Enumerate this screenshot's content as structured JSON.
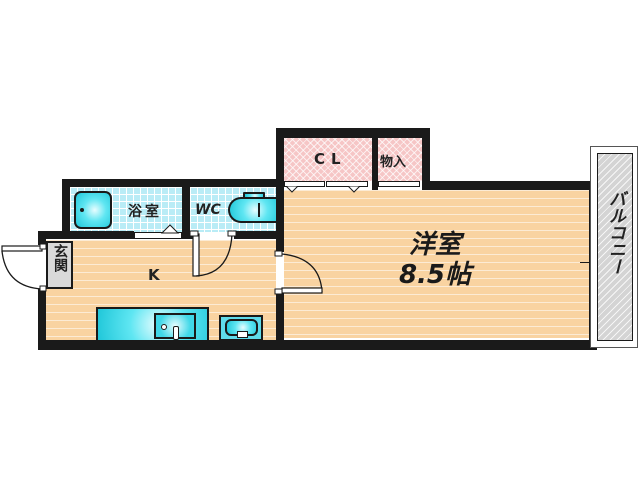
{
  "floorplan": {
    "rooms": {
      "western_room": {
        "name": "洋室",
        "size": "8.5帖"
      },
      "kitchen": {
        "name": "K"
      },
      "bathroom": {
        "name": "浴室"
      },
      "toilet": {
        "name": "WC"
      },
      "closet": {
        "name": "CL"
      },
      "storage": {
        "name": "物入"
      },
      "entrance": {
        "name": "玄関"
      },
      "balcony": {
        "name": "バルコニー"
      }
    },
    "colors": {
      "wall": "#1a1a1a",
      "floor_wood": "#f9d3a1",
      "wet_area_tile": "#b9ecf6",
      "closet_pink": "#f6c6c6",
      "balcony_gray": "#d4d4d4",
      "fixture_cyan": "#20c7d9"
    }
  }
}
